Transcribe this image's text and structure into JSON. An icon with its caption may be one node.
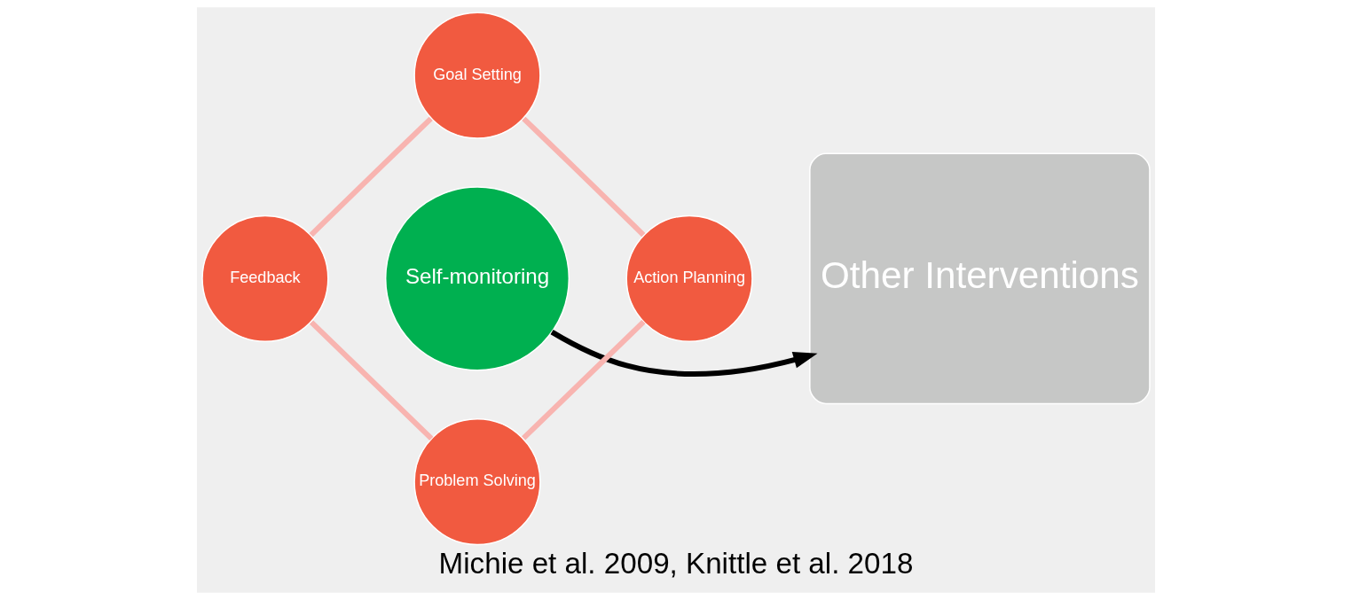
{
  "diagram": {
    "caption": "Michie et al. 2009, Knittle et al. 2018",
    "nodes": [
      {
        "text": [
          "Goal Setting"
        ]
      },
      {
        "text": [
          "Feedback"
        ]
      },
      {
        "text": [
          "Self-monitoring"
        ]
      },
      {
        "text": [
          "Action Planning"
        ]
      },
      {
        "text": [
          "Problem Solving"
        ]
      },
      {
        "text": [
          "Other Interventions"
        ]
      }
    ],
    "edges": [
      {
        "from": 0,
        "to": 3,
        "arrow": "none"
      },
      {
        "from": 3,
        "to": 4,
        "arrow": "none"
      },
      {
        "from": 1,
        "to": 4,
        "arrow": "none"
      },
      {
        "from": 1,
        "to": 0,
        "arrow": "none"
      },
      {
        "from": 2,
        "to": 5,
        "arrow": "to",
        "color": "#000000"
      }
    ]
  }
}
